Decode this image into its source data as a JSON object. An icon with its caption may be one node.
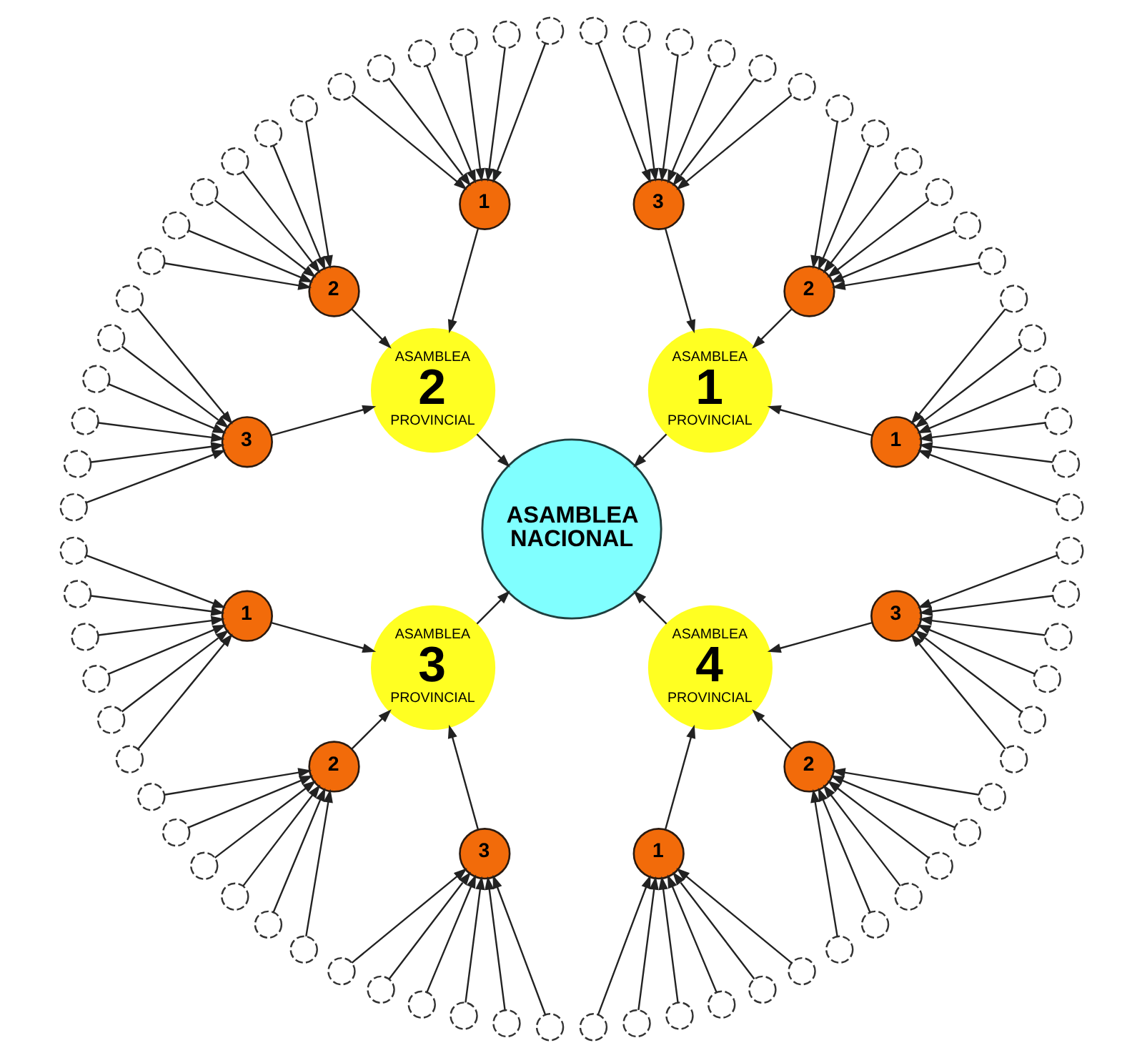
{
  "diagram": {
    "nodes": [
      {
        "text": [
          "ASAMBLEA NACIONAL"
        ]
      },
      {
        "text": [
          "ASAMBLEA",
          "1",
          "PROVINCIAL"
        ]
      },
      {
        "text": [
          "ASAMBLEA",
          "2",
          "PROVINCIAL"
        ]
      },
      {
        "text": [
          "ASAMBLEA",
          "3",
          "PROVINCIAL"
        ]
      },
      {
        "text": [
          "ASAMBLEA",
          "4",
          "PROVINCIAL"
        ]
      },
      {
        "text": [
          "1"
        ]
      },
      {
        "text": [
          "2"
        ]
      },
      {
        "text": [
          "3"
        ]
      },
      {
        "text": [
          "1"
        ]
      },
      {
        "text": [
          "2"
        ]
      },
      {
        "text": [
          "3"
        ]
      },
      {
        "text": [
          "1"
        ]
      },
      {
        "text": [
          "2"
        ]
      },
      {
        "text": [
          "3"
        ]
      },
      {
        "text": [
          "1"
        ]
      },
      {
        "text": [
          "2"
        ]
      },
      {
        "text": [
          "3"
        ]
      },
      {
        "text": [],
        "shape": "circle"
      },
      {
        "text": [],
        "shape": "circle"
      },
      {
        "text": [],
        "shape": "circle"
      },
      {
        "text": [],
        "shape": "circle"
      },
      {
        "text": [],
        "shape": "circle"
      },
      {
        "text": [],
        "shape": "circle"
      },
      {
        "text": [],
        "shape": "circle"
      },
      {
        "text": [],
        "shape": "circle"
      },
      {
        "text": [],
        "shape": "circle"
      },
      {
        "text": [],
        "shape": "circle"
      },
      {
        "text": [],
        "shape": "circle"
      },
      {
        "text": [],
        "shape": "circle"
      },
      {
        "text": [],
        "shape": "circle"
      },
      {
        "text": [],
        "shape": "circle"
      },
      {
        "text": [],
        "shape": "circle"
      },
      {
        "text": [],
        "shape": "circle"
      },
      {
        "text": [],
        "shape": "circle"
      },
      {
        "text": [],
        "shape": "circle"
      },
      {
        "text": [],
        "shape": "circle"
      },
      {
        "text": [],
        "shape": "circle"
      },
      {
        "text": [],
        "shape": "circle"
      },
      {
        "text": [],
        "shape": "circle"
      },
      {
        "text": [],
        "shape": "circle"
      },
      {
        "text": [],
        "shape": "circle"
      },
      {
        "text": [],
        "shape": "circle"
      },
      {
        "text": [],
        "shape": "circle"
      },
      {
        "text": [],
        "shape": "circle"
      },
      {
        "text": [],
        "shape": "circle"
      },
      {
        "text": [],
        "shape": "circle"
      },
      {
        "text": [],
        "shape": "circle"
      },
      {
        "text": [],
        "shape": "circle"
      },
      {
        "text": [],
        "shape": "circle"
      },
      {
        "text": [],
        "shape": "circle"
      },
      {
        "text": [],
        "shape": "circle"
      },
      {
        "text": [],
        "shape": "circle"
      },
      {
        "text": [],
        "shape": "circle"
      },
      {
        "text": [],
        "shape": "circle"
      },
      {
        "text": [],
        "shape": "circle"
      },
      {
        "text": [],
        "shape": "circle"
      },
      {
        "text": [],
        "shape": "circle"
      },
      {
        "text": [],
        "shape": "circle"
      },
      {
        "text": [],
        "shape": "circle"
      },
      {
        "text": [],
        "shape": "circle"
      },
      {
        "text": [],
        "shape": "circle"
      },
      {
        "text": [],
        "shape": "circle"
      },
      {
        "text": [],
        "shape": "circle"
      },
      {
        "text": [],
        "shape": "circle"
      },
      {
        "text": [],
        "shape": "circle"
      },
      {
        "text": [],
        "shape": "circle"
      },
      {
        "text": [],
        "shape": "circle"
      },
      {
        "text": [],
        "shape": "circle"
      },
      {
        "text": [],
        "shape": "circle"
      },
      {
        "text": [],
        "shape": "circle"
      },
      {
        "text": [],
        "shape": "circle"
      },
      {
        "text": [],
        "shape": "circle"
      },
      {
        "text": [],
        "shape": "circle"
      },
      {
        "text": [],
        "shape": "circle"
      },
      {
        "text": [],
        "shape": "circle"
      },
      {
        "text": [],
        "shape": "circle"
      },
      {
        "text": [],
        "shape": "circle"
      },
      {
        "text": [],
        "shape": "circle"
      },
      {
        "text": [],
        "shape": "circle"
      },
      {
        "text": [],
        "shape": "circle"
      },
      {
        "text": [],
        "shape": "circle"
      },
      {
        "text": [],
        "shape": "circle"
      },
      {
        "text": [],
        "shape": "circle"
      },
      {
        "text": [],
        "shape": "circle"
      },
      {
        "text": [],
        "shape": "circle"
      },
      {
        "text": [],
        "shape": "circle"
      },
      {
        "text": [],
        "shape": "circle"
      },
      {
        "text": [],
        "shape": "circle"
      },
      {
        "text": [],
        "shape": "circle"
      }
    ],
    "edges": [
      {
        "from": 1,
        "to": 0,
        "arrow": "to"
      },
      {
        "from": 2,
        "to": 0,
        "arrow": "to"
      },
      {
        "from": 3,
        "to": 0,
        "arrow": "to"
      },
      {
        "from": 4,
        "to": 0,
        "arrow": "to"
      },
      {
        "from": 5,
        "to": 1,
        "arrow": "to"
      },
      {
        "from": 6,
        "to": 1,
        "arrow": "to"
      },
      {
        "from": 7,
        "to": 1,
        "arrow": "to"
      },
      {
        "from": 8,
        "to": 2,
        "arrow": "to"
      },
      {
        "from": 9,
        "to": 2,
        "arrow": "to"
      },
      {
        "from": 10,
        "to": 2,
        "arrow": "to"
      },
      {
        "from": 11,
        "to": 3,
        "arrow": "to"
      },
      {
        "from": 12,
        "to": 3,
        "arrow": "to"
      },
      {
        "from": 13,
        "to": 3,
        "arrow": "to"
      },
      {
        "from": 14,
        "to": 4,
        "arrow": "to"
      },
      {
        "from": 15,
        "to": 4,
        "arrow": "to"
      },
      {
        "from": 16,
        "to": 4,
        "arrow": "to"
      },
      {
        "from": 17,
        "to": 5,
        "arrow": "to"
      },
      {
        "from": 18,
        "to": 5,
        "arrow": "to"
      },
      {
        "from": 19,
        "to": 5,
        "arrow": "to"
      },
      {
        "from": 20,
        "to": 5,
        "arrow": "to"
      },
      {
        "from": 21,
        "to": 5,
        "arrow": "to"
      },
      {
        "from": 22,
        "to": 5,
        "arrow": "to"
      },
      {
        "from": 23,
        "to": 6,
        "arrow": "to"
      },
      {
        "from": 24,
        "to": 6,
        "arrow": "to"
      },
      {
        "from": 25,
        "to": 6,
        "arrow": "to"
      },
      {
        "from": 26,
        "to": 6,
        "arrow": "to"
      },
      {
        "from": 27,
        "to": 6,
        "arrow": "to"
      },
      {
        "from": 28,
        "to": 6,
        "arrow": "to"
      },
      {
        "from": 29,
        "to": 7,
        "arrow": "to"
      },
      {
        "from": 30,
        "to": 7,
        "arrow": "to"
      },
      {
        "from": 31,
        "to": 7,
        "arrow": "to"
      },
      {
        "from": 32,
        "to": 7,
        "arrow": "to"
      },
      {
        "from": 33,
        "to": 7,
        "arrow": "to"
      },
      {
        "from": 34,
        "to": 7,
        "arrow": "to"
      },
      {
        "from": 35,
        "to": 8,
        "arrow": "to"
      },
      {
        "from": 36,
        "to": 8,
        "arrow": "to"
      },
      {
        "from": 37,
        "to": 8,
        "arrow": "to"
      },
      {
        "from": 38,
        "to": 8,
        "arrow": "to"
      },
      {
        "from": 39,
        "to": 8,
        "arrow": "to"
      },
      {
        "from": 40,
        "to": 8,
        "arrow": "to"
      },
      {
        "from": 41,
        "to": 9,
        "arrow": "to"
      },
      {
        "from": 42,
        "to": 9,
        "arrow": "to"
      },
      {
        "from": 43,
        "to": 9,
        "arrow": "to"
      },
      {
        "from": 44,
        "to": 9,
        "arrow": "to"
      },
      {
        "from": 45,
        "to": 9,
        "arrow": "to"
      },
      {
        "from": 46,
        "to": 9,
        "arrow": "to"
      },
      {
        "from": 47,
        "to": 10,
        "arrow": "to"
      },
      {
        "from": 48,
        "to": 10,
        "arrow": "to"
      },
      {
        "from": 49,
        "to": 10,
        "arrow": "to"
      },
      {
        "from": 50,
        "to": 10,
        "arrow": "to"
      },
      {
        "from": 51,
        "to": 10,
        "arrow": "to"
      },
      {
        "from": 52,
        "to": 10,
        "arrow": "to"
      },
      {
        "from": 53,
        "to": 11,
        "arrow": "to"
      },
      {
        "from": 54,
        "to": 11,
        "arrow": "to"
      },
      {
        "from": 55,
        "to": 11,
        "arrow": "to"
      },
      {
        "from": 56,
        "to": 11,
        "arrow": "to"
      },
      {
        "from": 57,
        "to": 11,
        "arrow": "to"
      },
      {
        "from": 58,
        "to": 11,
        "arrow": "to"
      },
      {
        "from": 59,
        "to": 12,
        "arrow": "to"
      },
      {
        "from": 60,
        "to": 12,
        "arrow": "to"
      },
      {
        "from": 61,
        "to": 12,
        "arrow": "to"
      },
      {
        "from": 62,
        "to": 12,
        "arrow": "to"
      },
      {
        "from": 63,
        "to": 12,
        "arrow": "to"
      },
      {
        "from": 64,
        "to": 12,
        "arrow": "to"
      },
      {
        "from": 65,
        "to": 13,
        "arrow": "to"
      },
      {
        "from": 66,
        "to": 13,
        "arrow": "to"
      },
      {
        "from": 67,
        "to": 13,
        "arrow": "to"
      },
      {
        "from": 68,
        "to": 13,
        "arrow": "to"
      },
      {
        "from": 69,
        "to": 13,
        "arrow": "to"
      },
      {
        "from": 70,
        "to": 13,
        "arrow": "to"
      },
      {
        "from": 71,
        "to": 14,
        "arrow": "to"
      },
      {
        "from": 72,
        "to": 14,
        "arrow": "to"
      },
      {
        "from": 73,
        "to": 14,
        "arrow": "to"
      },
      {
        "from": 74,
        "to": 14,
        "arrow": "to"
      },
      {
        "from": 75,
        "to": 14,
        "arrow": "to"
      },
      {
        "from": 76,
        "to": 14,
        "arrow": "to"
      },
      {
        "from": 77,
        "to": 15,
        "arrow": "to"
      },
      {
        "from": 78,
        "to": 15,
        "arrow": "to"
      },
      {
        "from": 79,
        "to": 15,
        "arrow": "to"
      },
      {
        "from": 80,
        "to": 15,
        "arrow": "to"
      },
      {
        "from": 81,
        "to": 15,
        "arrow": "to"
      },
      {
        "from": 82,
        "to": 15,
        "arrow": "to"
      },
      {
        "from": 83,
        "to": 16,
        "arrow": "to"
      },
      {
        "from": 84,
        "to": 16,
        "arrow": "to"
      },
      {
        "from": 85,
        "to": 16,
        "arrow": "to"
      },
      {
        "from": 86,
        "to": 16,
        "arrow": "to"
      },
      {
        "from": 87,
        "to": 16,
        "arrow": "to"
      },
      {
        "from": 88,
        "to": 16,
        "arrow": "to"
      }
    ]
  }
}
